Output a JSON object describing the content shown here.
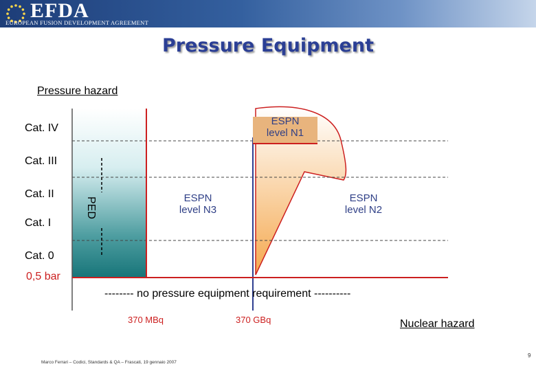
{
  "header": {
    "logo_text": "EFDA",
    "logo_subtitle": "EUROPEAN FUSION DEVELOPMENT AGREEMENT",
    "logo_icon": "eu-stars-icon"
  },
  "slide": {
    "title": "Pressure Equipment",
    "y_axis_title": "Pressure hazard",
    "x_axis_title": "Nuclear hazard",
    "categories": [
      "Cat. IV",
      "Cat. III",
      "Cat. II",
      "Cat. I",
      "Cat. 0"
    ],
    "threshold_label": "0,5 bar",
    "ped_label": "PED",
    "regions": {
      "espn_n1": "ESPN\nlevel N1",
      "espn_n3": "ESPN\nlevel N3",
      "espn_n2": "ESPN\nlevel N2"
    },
    "no_requirement_label": "--------   no pressure equipment requirement   ----------",
    "x_thresholds": [
      "370 MBq",
      "370 GBq"
    ],
    "footer": "Marco Ferrari – Codici, Standards & QA – Frascati, 19 gennaio 2007",
    "page_number": "9"
  },
  "colors": {
    "header_dark": "#1d3d78",
    "title": "#2b3f95",
    "red": "#cc1f1f",
    "espn_text": "#2f3f86",
    "teal": "#1e7c80",
    "orange": "#f0a040",
    "blue_line": "#2e3e90"
  }
}
